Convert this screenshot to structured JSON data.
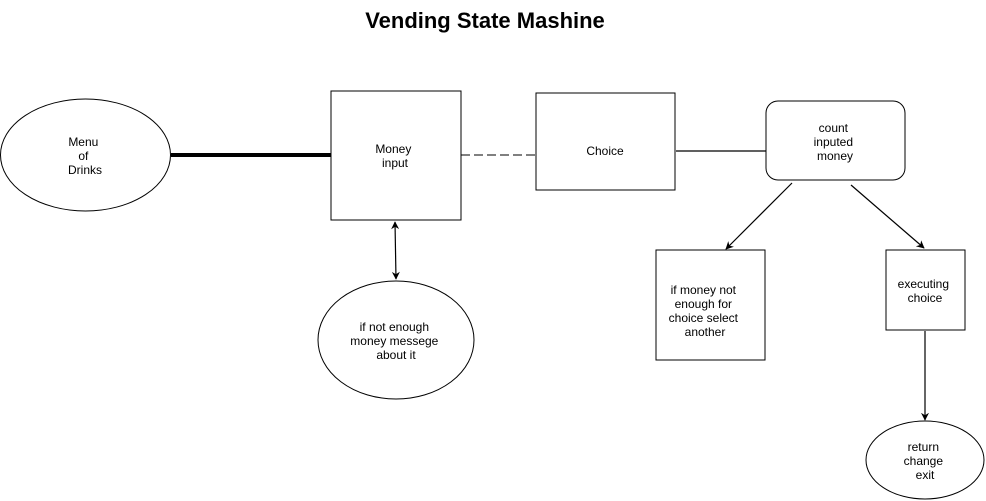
{
  "diagram": {
    "title": "Vending State Mashine",
    "nodes": {
      "menu": {
        "lines": [
          "Menu",
          "of",
          "Drinks"
        ],
        "shape": "ellipse"
      },
      "money_input": {
        "lines": [
          "Money",
          "input"
        ],
        "shape": "rectangle"
      },
      "choice": {
        "lines": [
          "Choice"
        ],
        "shape": "rectangle"
      },
      "count_money": {
        "lines": [
          "count",
          "inputed",
          "money"
        ],
        "shape": "rounded-rectangle"
      },
      "not_enough_message": {
        "lines": [
          "if not enough",
          "money messege",
          "about it"
        ],
        "shape": "ellipse"
      },
      "select_another": {
        "lines": [
          "if money not",
          "enough for",
          "choice select",
          "another"
        ],
        "shape": "rectangle"
      },
      "executing_choice": {
        "lines": [
          "executing",
          "choice"
        ],
        "shape": "rectangle"
      },
      "return_change": {
        "lines": [
          "return",
          "change",
          "exit"
        ],
        "shape": "ellipse"
      }
    },
    "edges": [
      {
        "from": "menu",
        "to": "money_input",
        "style": "thick line"
      },
      {
        "from": "money_input",
        "to": "choice",
        "style": "dotted line"
      },
      {
        "from": "choice",
        "to": "count_money",
        "style": "line"
      },
      {
        "from": "money_input",
        "to": "not_enough_message",
        "style": "double arrow"
      },
      {
        "from": "count_money",
        "to": "select_another",
        "style": "arrow"
      },
      {
        "from": "count_money",
        "to": "executing_choice",
        "style": "arrow"
      },
      {
        "from": "executing_choice",
        "to": "return_change",
        "style": "arrow"
      }
    ]
  }
}
